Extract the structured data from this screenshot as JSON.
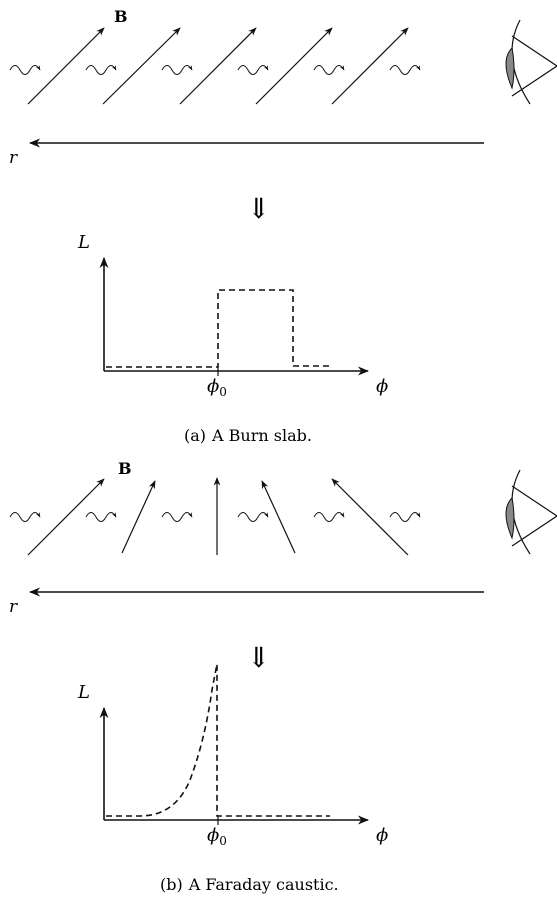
{
  "panel_a": {
    "field_label": "B",
    "axis_label": "r",
    "y_axis_label": "L",
    "x_axis_label": "ϕ",
    "tick_label": "ϕ",
    "tick_subscript": "0",
    "caption_tag": "(a)",
    "caption_text": "A Burn slab."
  },
  "panel_b": {
    "field_label": "B",
    "axis_label": "r",
    "y_axis_label": "L",
    "x_axis_label": "ϕ",
    "tick_label": "ϕ",
    "tick_subscript": "0",
    "caption_tag": "(b)",
    "caption_text": "A Faraday caustic."
  },
  "implies_symbol": "⇓"
}
